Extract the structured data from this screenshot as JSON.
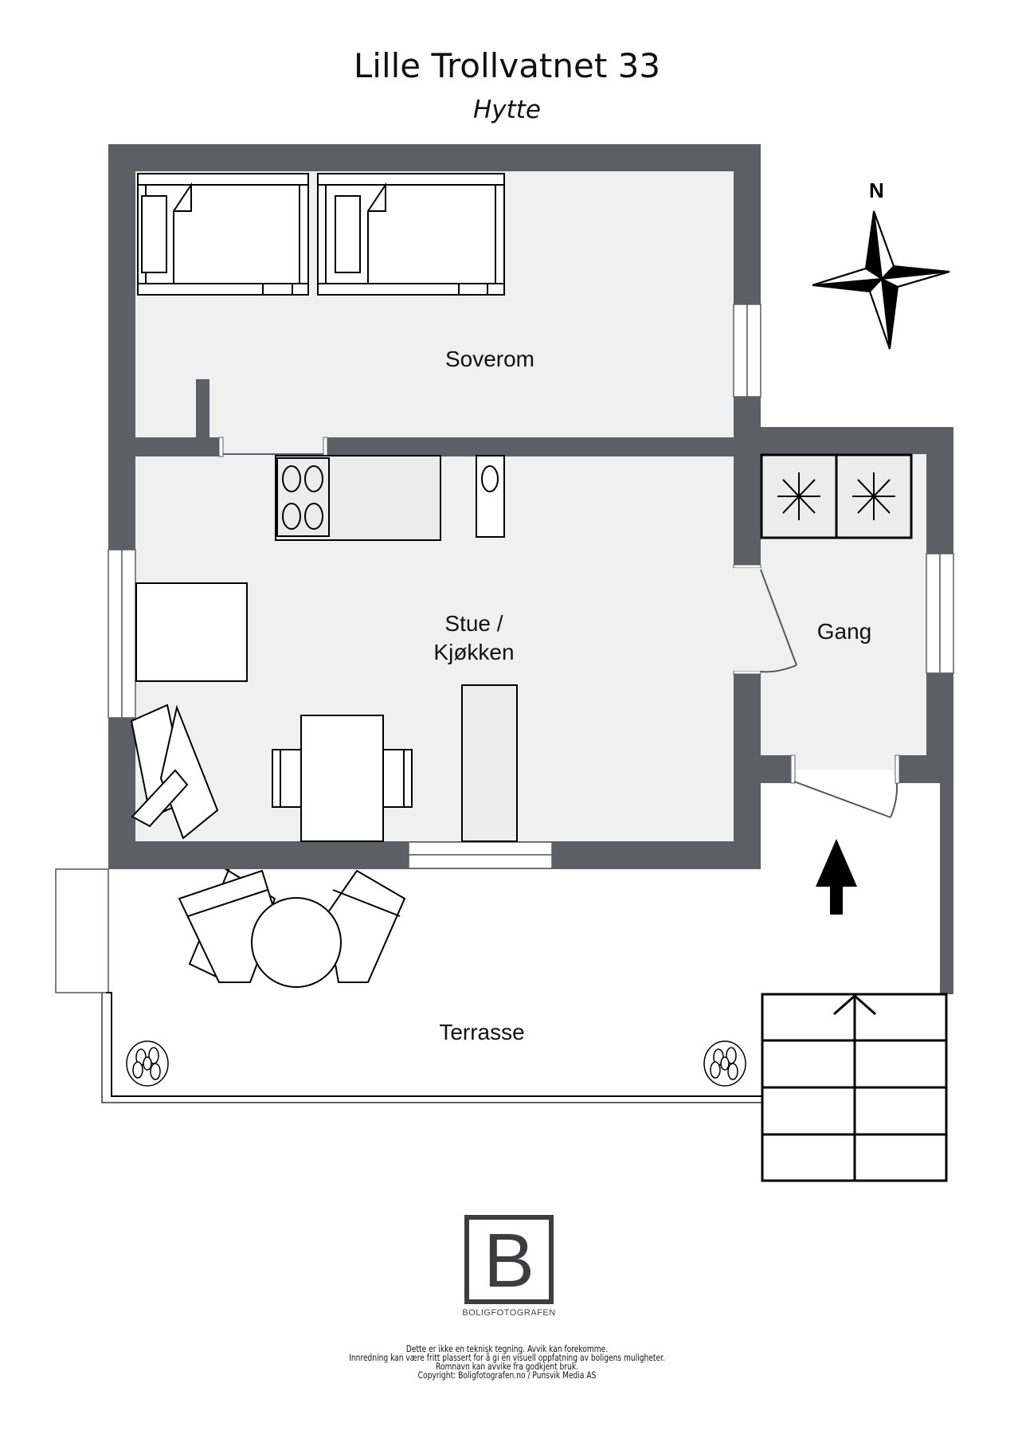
{
  "header": {
    "title": "Lille Trollvatnet 33",
    "subtitle": "Hytte"
  },
  "rooms": [
    {
      "id": "soverom",
      "label": "Soverom"
    },
    {
      "id": "stue",
      "label_line1": "Stue /",
      "label_line2": "Kjøkken"
    },
    {
      "id": "gang",
      "label": "Gang"
    },
    {
      "id": "terrasse",
      "label": "Terrasse"
    }
  ],
  "compass": {
    "north_label": "N",
    "icon": "compass-rose-icon"
  },
  "entrance_arrow": {
    "icon": "entrance-arrow-up-icon"
  },
  "stairs": {
    "steps": 4,
    "direction": "up",
    "icon": "stairs-arrow-icon"
  },
  "logo": {
    "letter": "B",
    "name": "BOLIGFOTOGRAFEN"
  },
  "disclaimer": {
    "lines": [
      "Dette er ikke en teknisk tegning. Avvik kan forekomme.",
      "Innredning kan være fritt plassert for å gi en visuell oppfatning av boligens muligheter.",
      "Romnavn kan avvike fra godkjent bruk.",
      "Copyright: Boligfotografen.no / Punsvik Media AS"
    ]
  },
  "colors": {
    "wall": "#5d5f64",
    "floor": "#f0f0f0",
    "outline": "#000000",
    "background": "#ffffff"
  }
}
